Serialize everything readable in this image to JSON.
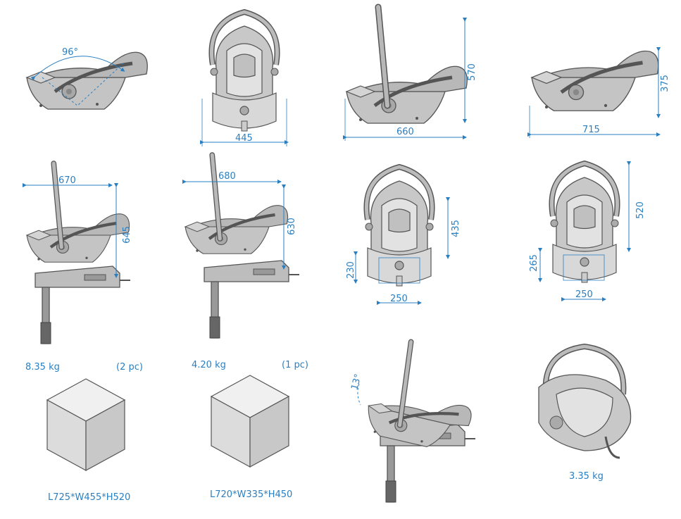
{
  "dimensions": {
    "recline_angle": "96°",
    "front_width": "445",
    "side_height": "570",
    "side_length_handle_up": "660",
    "side_height_flat": "375",
    "side_length_flat": "715",
    "base_length_1": "670",
    "base_height_1": "645",
    "base_length_2": "680",
    "base_height_2": "630",
    "inner_height_1": "435",
    "seat_height_1": "230",
    "seat_width_1": "250",
    "inner_height_2": "520",
    "seat_height_2": "265",
    "seat_width_2": "250",
    "tilt_angle": "13°"
  },
  "packages": [
    {
      "weight": "8.35 kg",
      "count": "(2 pc)",
      "size": "L725*W455*H520"
    },
    {
      "weight": "4.20 kg",
      "count": "(1 pc)",
      "size": "L720*W335*H450"
    }
  ],
  "seat_weight": "3.35 kg",
  "colors": {
    "dimension": "#2a7fc1",
    "seat_fill": "#c8c8c8",
    "seat_stroke": "#555555",
    "inner_fill": "#e4e4e4"
  },
  "icons": [
    "car-seat-side-icon",
    "car-seat-front-icon",
    "isofix-base-icon",
    "box-icon"
  ]
}
